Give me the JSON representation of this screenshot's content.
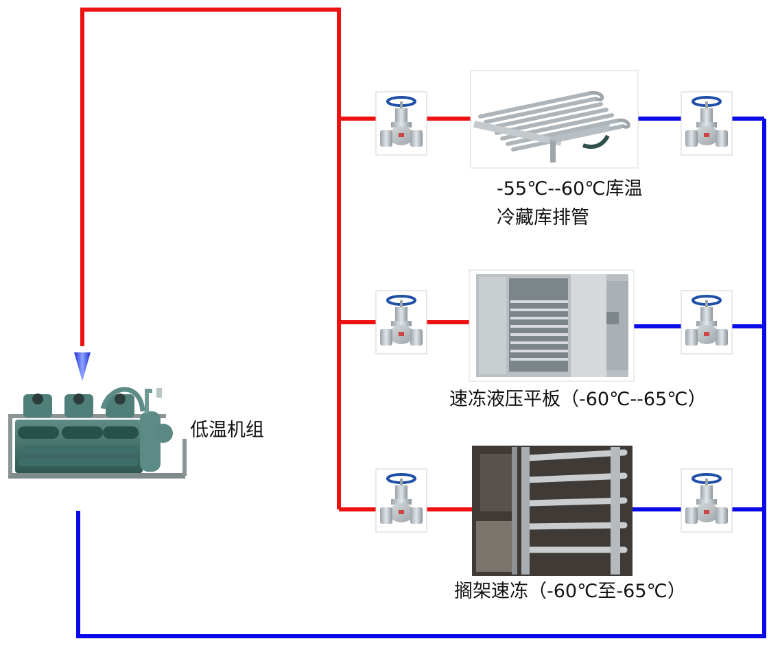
{
  "unit": {
    "label": "低温机组"
  },
  "branches": [
    {
      "id": "storage-coil",
      "label_lines": [
        "-55℃--60℃库温",
        "冷藏库排管"
      ]
    },
    {
      "id": "plate-freezer",
      "label_lines": [
        "速冻液压平板（-60℃--65℃）"
      ]
    },
    {
      "id": "rack-freezer",
      "label_lines": [
        "搁架速冻（-60℃至-65℃）"
      ]
    }
  ],
  "colors": {
    "supply": "#ee1111",
    "return": "#0a0ae6",
    "arrow": "#3a4fe0"
  }
}
